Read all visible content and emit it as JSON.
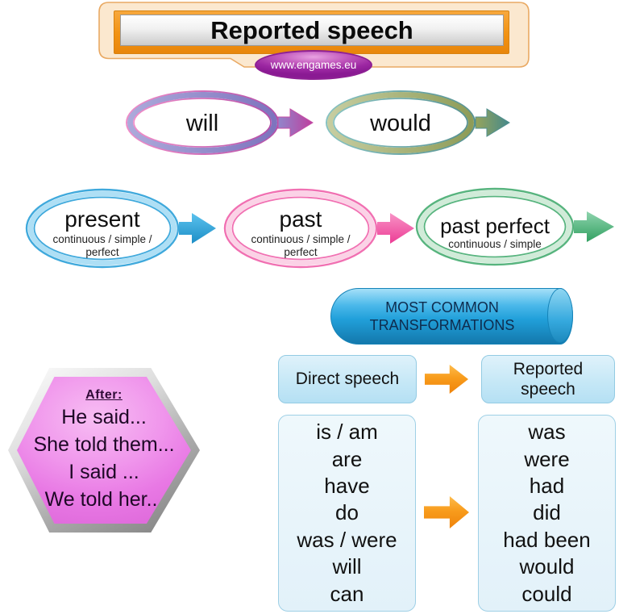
{
  "banner": {
    "title": "Reported speech",
    "site": "www.engames.eu"
  },
  "flow_top": {
    "from": "will",
    "to": "would"
  },
  "tenses": [
    {
      "label": "present",
      "sub_line1": "continuous / simple /",
      "sub_line2": "perfect"
    },
    {
      "label": "past",
      "sub_line1": "continuous / simple /",
      "sub_line2": "perfect"
    },
    {
      "label": "past perfect",
      "sub_line1": "continuous / simple",
      "sub_line2": ""
    }
  ],
  "cylinder": {
    "line1": "MOST COMMON",
    "line2": "TRANSFORMATIONS"
  },
  "hexagon": {
    "heading": "After:",
    "lines": [
      "He said...",
      "She told them...",
      "I said ...",
      "We told her..."
    ]
  },
  "mapping": {
    "direct_header": "Direct speech",
    "reported_header": "Reported speech",
    "direct": [
      "is / am",
      "are",
      "have",
      "do",
      "was / were",
      "will",
      "can"
    ],
    "reported": [
      "was",
      "were",
      "had",
      "did",
      "had been",
      "would",
      "could"
    ]
  },
  "colors": {
    "banner_peach": "#FBE8CF",
    "banner_orange": "#F29212",
    "site_purple": "#9C27A2",
    "will_purple": "#7E74BE",
    "will_pink_edge": "#F08CC8",
    "would_olive": "#8E9C58",
    "would_teal_edge": "#579292",
    "present_blue": "#3FA9DC",
    "past_pink": "#F170B2",
    "past_perfect_green": "#57B47E",
    "cylinder_blue": "#21A0DA",
    "hexagon_pink": "#E878E4",
    "hexagon_silver": "#A9A9A9",
    "box_blue_fill": "#C4E7F6",
    "box_blue_border": "#93CBE3",
    "arrow_orange": "#F89C1C",
    "text_dark": "#111111"
  }
}
